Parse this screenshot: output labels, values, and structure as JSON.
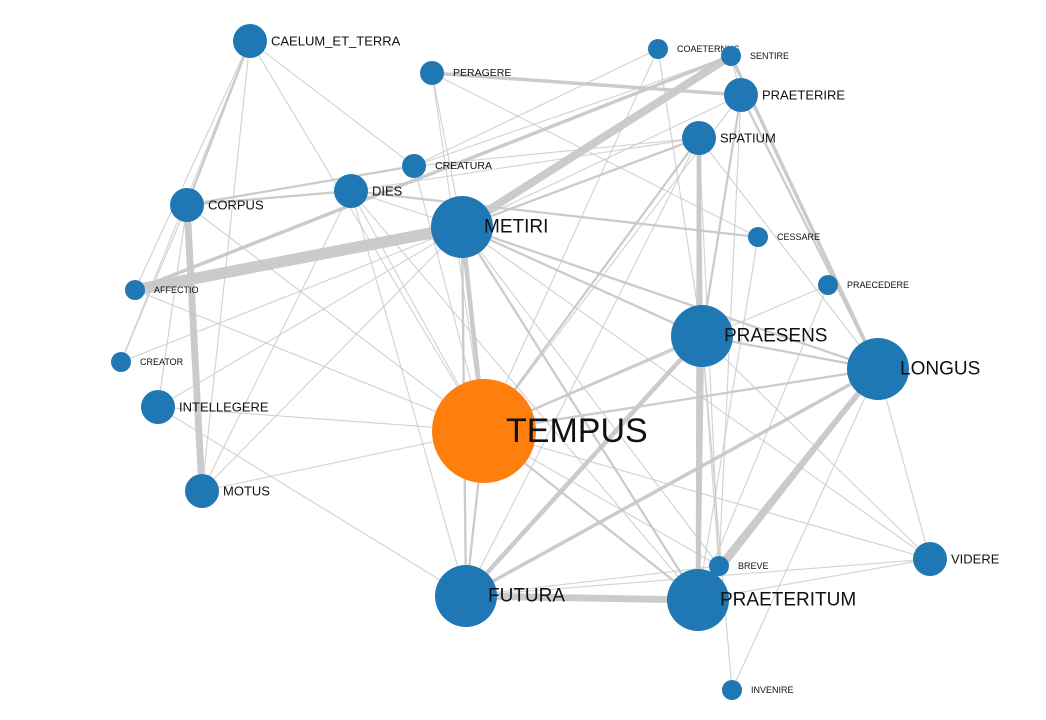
{
  "colors": {
    "edge": "#c8c8c8",
    "node": "#1f77b4",
    "highlight": "#ff7f0e",
    "label": "#111111"
  },
  "nodes": [
    {
      "id": "TEMPUS",
      "label": "TEMPUS",
      "highlight": true,
      "size": "xl"
    },
    {
      "id": "METIRI",
      "label": "METIRI",
      "size": "lg"
    },
    {
      "id": "FUTURA",
      "label": "FUTURA",
      "size": "lg"
    },
    {
      "id": "PRAETERITUM",
      "label": "PRAETERITUM",
      "size": "lg"
    },
    {
      "id": "PRAESENS",
      "label": "PRAESENS",
      "size": "lg"
    },
    {
      "id": "LONGUS",
      "label": "LONGUS",
      "size": "lg"
    },
    {
      "id": "SPATIUM",
      "label": "SPATIUM",
      "size": "md"
    },
    {
      "id": "CAELUM_ET_TERRA",
      "label": "CAELUM_ET_TERRA",
      "size": "md"
    },
    {
      "id": "CORPUS",
      "label": "CORPUS",
      "size": "md"
    },
    {
      "id": "DIES",
      "label": "DIES",
      "size": "md"
    },
    {
      "id": "MOTUS",
      "label": "MOTUS",
      "size": "md"
    },
    {
      "id": "INTELLEGERE",
      "label": "INTELLEGERE",
      "size": "md"
    },
    {
      "id": "VIDERE",
      "label": "VIDERE",
      "size": "md"
    },
    {
      "id": "PRAETERIRE",
      "label": "PRAETERIRE",
      "size": "md"
    },
    {
      "id": "CREATURA",
      "label": "CREATURA",
      "size": "sm"
    },
    {
      "id": "PERAGERE",
      "label": "PERAGERE",
      "size": "sm"
    },
    {
      "id": "COAETERNUS",
      "label": "COAETERNUS",
      "size": "xs"
    },
    {
      "id": "SENTIRE",
      "label": "SENTIRE",
      "size": "xs"
    },
    {
      "id": "CESSARE",
      "label": "CESSARE",
      "size": "xs"
    },
    {
      "id": "PRAECEDERE",
      "label": "PRAECEDERE",
      "size": "xs"
    },
    {
      "id": "AFFECTIO",
      "label": "AFFECTIO",
      "size": "xs"
    },
    {
      "id": "CREATOR",
      "label": "CREATOR",
      "size": "xs"
    },
    {
      "id": "BREVE",
      "label": "BREVE",
      "size": "xs"
    },
    {
      "id": "INVENIRE",
      "label": "INVENIRE",
      "size": "xs"
    }
  ],
  "edges": [
    {
      "source": "AFFECTIO",
      "target": "METIRI",
      "weight": 10
    },
    {
      "source": "METIRI",
      "target": "SENTIRE",
      "weight": 7
    },
    {
      "source": "FUTURA",
      "target": "PRAETERITUM",
      "weight": 6
    },
    {
      "source": "CORPUS",
      "target": "MOTUS",
      "weight": 6
    },
    {
      "source": "LONGUS",
      "target": "BREVE",
      "weight": 5
    },
    {
      "source": "PRAESENS",
      "target": "PRAETERITUM",
      "weight": 4
    },
    {
      "source": "FUTURA",
      "target": "PRAESENS",
      "weight": 4
    },
    {
      "source": "SPATIUM",
      "target": "PRAETERITUM",
      "weight": 4
    },
    {
      "source": "METIRI",
      "target": "TEMPUS",
      "weight": 4
    },
    {
      "source": "PERAGERE",
      "target": "PRAETERIRE",
      "weight": 3
    },
    {
      "source": "SENTIRE",
      "target": "LONGUS",
      "weight": 3
    },
    {
      "source": "AFFECTIO",
      "target": "SENTIRE",
      "weight": 3
    },
    {
      "source": "PRAETERITUM",
      "target": "LONGUS",
      "weight": 3
    },
    {
      "source": "FUTURA",
      "target": "LONGUS",
      "weight": 3
    },
    {
      "source": "CAELUM_ET_TERRA",
      "target": "CORPUS",
      "weight": 2
    },
    {
      "source": "CORPUS",
      "target": "CREATURA",
      "weight": 2
    },
    {
      "source": "DIES",
      "target": "CORPUS",
      "weight": 2
    },
    {
      "source": "METIRI",
      "target": "SPATIUM",
      "weight": 2
    },
    {
      "source": "METIRI",
      "target": "PRAESENS",
      "weight": 2
    },
    {
      "source": "METIRI",
      "target": "LONGUS",
      "weight": 2
    },
    {
      "source": "METIRI",
      "target": "PRAETERITUM",
      "weight": 2
    },
    {
      "source": "METIRI",
      "target": "FUTURA",
      "weight": 2
    },
    {
      "source": "TEMPUS",
      "target": "FUTURA",
      "weight": 2
    },
    {
      "source": "TEMPUS",
      "target": "PRAETERITUM",
      "weight": 2
    },
    {
      "source": "TEMPUS",
      "target": "PRAESENS",
      "weight": 2
    },
    {
      "source": "TEMPUS",
      "target": "SPATIUM",
      "weight": 2
    },
    {
      "source": "TEMPUS",
      "target": "LONGUS",
      "weight": 2
    },
    {
      "source": "PRAESENS",
      "target": "LONGUS",
      "weight": 2
    },
    {
      "source": "PRAESENS",
      "target": "SPATIUM",
      "weight": 2
    },
    {
      "source": "PRAETERIRE",
      "target": "LONGUS",
      "weight": 2
    },
    {
      "source": "PRAETERIRE",
      "target": "PRAESENS",
      "weight": 2
    },
    {
      "source": "DIES",
      "target": "CESSARE",
      "weight": 2
    },
    {
      "source": "DIES",
      "target": "SPATIUM",
      "weight": 1
    },
    {
      "source": "DIES",
      "target": "METIRI",
      "weight": 1
    },
    {
      "source": "CREATURA",
      "target": "SPATIUM",
      "weight": 1
    },
    {
      "source": "CREATURA",
      "target": "TEMPUS",
      "weight": 1
    },
    {
      "source": "CREATURA",
      "target": "SENTIRE",
      "weight": 1
    },
    {
      "source": "CAELUM_ET_TERRA",
      "target": "CREATURA",
      "weight": 1
    },
    {
      "source": "CAELUM_ET_TERRA",
      "target": "CREATOR",
      "weight": 1
    },
    {
      "source": "CAELUM_ET_TERRA",
      "target": "AFFECTIO",
      "weight": 1
    },
    {
      "source": "CAELUM_ET_TERRA",
      "target": "MOTUS",
      "weight": 1
    },
    {
      "source": "CAELUM_ET_TERRA",
      "target": "TEMPUS",
      "weight": 1
    },
    {
      "source": "CORPUS",
      "target": "TEMPUS",
      "weight": 1
    },
    {
      "source": "CORPUS",
      "target": "CREATOR",
      "weight": 1
    },
    {
      "source": "CORPUS",
      "target": "INTELLEGERE",
      "weight": 1
    },
    {
      "source": "CREATOR",
      "target": "METIRI",
      "weight": 1
    },
    {
      "source": "INTELLEGERE",
      "target": "METIRI",
      "weight": 1
    },
    {
      "source": "INTELLEGERE",
      "target": "TEMPUS",
      "weight": 1
    },
    {
      "source": "MOTUS",
      "target": "METIRI",
      "weight": 1
    },
    {
      "source": "MOTUS",
      "target": "DIES",
      "weight": 1
    },
    {
      "source": "MOTUS",
      "target": "TEMPUS",
      "weight": 1
    },
    {
      "source": "DIES",
      "target": "TEMPUS",
      "weight": 1
    },
    {
      "source": "DIES",
      "target": "PRAETERITUM",
      "weight": 1
    },
    {
      "source": "DIES",
      "target": "FUTURA",
      "weight": 1
    },
    {
      "source": "PERAGERE",
      "target": "TEMPUS",
      "weight": 1
    },
    {
      "source": "PERAGERE",
      "target": "CESSARE",
      "weight": 1
    },
    {
      "source": "COAETERNUS",
      "target": "TEMPUS",
      "weight": 1
    },
    {
      "source": "COAETERNUS",
      "target": "CREATURA",
      "weight": 1
    },
    {
      "source": "COAETERNUS",
      "target": "PRAESENS",
      "weight": 1
    },
    {
      "source": "SENTIRE",
      "target": "PRAETERIRE",
      "weight": 1
    },
    {
      "source": "PRAETERIRE",
      "target": "TEMPUS",
      "weight": 1
    },
    {
      "source": "PRAETERIRE",
      "target": "BREVE",
      "weight": 1
    },
    {
      "source": "PRAETERIRE",
      "target": "METIRI",
      "weight": 1
    },
    {
      "source": "SPATIUM",
      "target": "BREVE",
      "weight": 1
    },
    {
      "source": "SPATIUM",
      "target": "LONGUS",
      "weight": 1
    },
    {
      "source": "SPATIUM",
      "target": "FUTURA",
      "weight": 1
    },
    {
      "source": "CESSARE",
      "target": "PRAETERITUM",
      "weight": 1
    },
    {
      "source": "PRAECEDERE",
      "target": "PRAETERITUM",
      "weight": 1
    },
    {
      "source": "PRAECEDERE",
      "target": "TEMPUS",
      "weight": 1
    },
    {
      "source": "PRAESENS",
      "target": "VIDERE",
      "weight": 1
    },
    {
      "source": "PRAESENS",
      "target": "BREVE",
      "weight": 1
    },
    {
      "source": "PRAESENS",
      "target": "INVENIRE",
      "weight": 1
    },
    {
      "source": "LONGUS",
      "target": "VIDERE",
      "weight": 1
    },
    {
      "source": "LONGUS",
      "target": "INVENIRE",
      "weight": 1
    },
    {
      "source": "TEMPUS",
      "target": "VIDERE",
      "weight": 1
    },
    {
      "source": "TEMPUS",
      "target": "BREVE",
      "weight": 1
    },
    {
      "source": "FUTURA",
      "target": "VIDERE",
      "weight": 1
    },
    {
      "source": "FUTURA",
      "target": "BREVE",
      "weight": 1
    },
    {
      "source": "PRAETERITUM",
      "target": "VIDERE",
      "weight": 1
    },
    {
      "source": "METIRI",
      "target": "VIDERE",
      "weight": 1
    },
    {
      "source": "METIRI",
      "target": "BREVE",
      "weight": 1
    },
    {
      "source": "METIRI",
      "target": "PERAGERE",
      "weight": 1
    },
    {
      "source": "INTELLEGERE",
      "target": "FUTURA",
      "weight": 1
    },
    {
      "source": "AFFECTIO",
      "target": "TEMPUS",
      "weight": 1
    }
  ]
}
